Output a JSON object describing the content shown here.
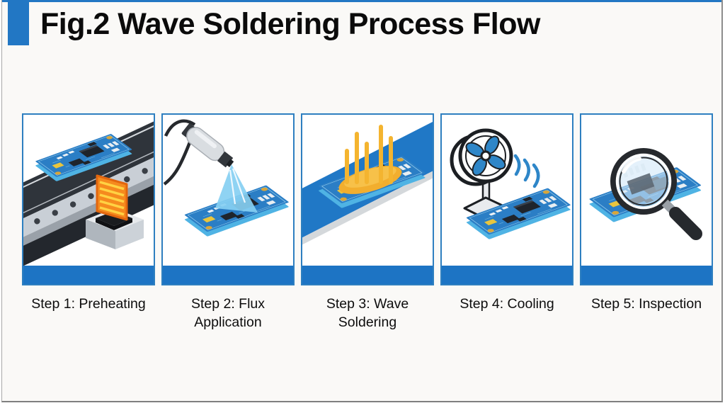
{
  "figure": {
    "title": "Fig.2 Wave Soldering Process Flow",
    "accent_color": "#2277c4",
    "card_border_color": "#2e7fc0",
    "card_bar_color": "#1d74c4",
    "steps": [
      {
        "label": "Step 1: Preheating",
        "icon": "conveyor-preheater-icon"
      },
      {
        "label": "Step 2: Flux Application",
        "icon": "flux-spray-nozzle-icon"
      },
      {
        "label": "Step 3: Wave Soldering",
        "icon": "solder-wave-icon"
      },
      {
        "label": "Step 4: Cooling",
        "icon": "cooling-fan-icon"
      },
      {
        "label": "Step 5: Inspection",
        "icon": "magnifying-glass-icon"
      }
    ]
  }
}
